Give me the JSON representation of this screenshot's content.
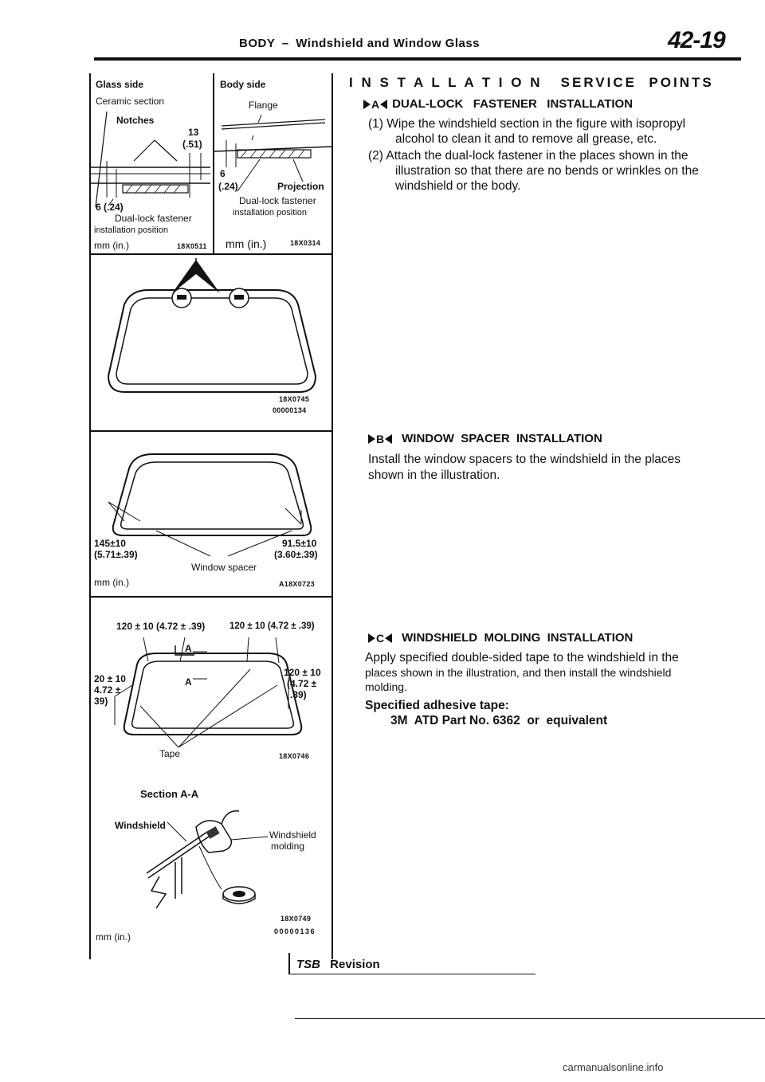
{
  "header": {
    "section": "BODY",
    "dash": "–",
    "title": "Windshield and Window Glass",
    "page_number": "42-19"
  },
  "figure_dual_lock_glass": {
    "heading": "Glass side",
    "ceramic": "Ceramic section",
    "notches": "Notches",
    "dim_13": "13",
    "dim_051": "(.51)",
    "dim_6_024": "6 (.24)",
    "fastener_line1": "Dual-lock  fastener",
    "fastener_line2": "installation  position",
    "unit": "mm (in.)",
    "code": "18X0511"
  },
  "figure_dual_lock_body": {
    "heading": "Body side",
    "flange": "Flange",
    "dim_6": "6",
    "dim_024": "(.24)",
    "projection": "Projection",
    "fastener_line1": "Dual-lock  fastener",
    "fastener_line2": "installation  position",
    "unit": "mm  (in.)",
    "code": "18X0314"
  },
  "figure_windshield_overview": {
    "code1": "18X0745",
    "code2": "00000134"
  },
  "figure_spacer": {
    "left_dim": "145±10",
    "left_dim_in": "(5.71±.39)",
    "right_dim": "91.5±10",
    "right_dim_in": "(3.60±.39)",
    "label": "Window spacer",
    "unit": "mm  (in.)",
    "code": "A18X0723"
  },
  "figure_tape": {
    "top_left": "120 ± 10 (4.72 ± .39)",
    "top_right": "120 ± 10 (4.72 ± .39)",
    "left_l1": "20 ± 10",
    "left_l2": "4.72 ±",
    "left_l3": "39)",
    "right_l1": "120 ± 10",
    "right_l2": "(4.72  ±",
    "right_l3": ".39)",
    "a_label": "A",
    "tape": "Tape",
    "code": "18X0746"
  },
  "figure_section": {
    "title": "Section  A-A",
    "windshield": "Windshield",
    "molding_l1": "Windshield",
    "molding_l2": "molding",
    "code1": "18X0749",
    "code2": "00000136",
    "unit": "mm  (in.)"
  },
  "content": {
    "title": "I N S T A L L A T I O N   SERVICE  POINTS",
    "a": {
      "key": "A",
      "heading": "DUAL-LOCK   FASTENER   INSTALLATION",
      "step1_l1": "(1) Wipe the windshield section in the figure with isopropyl",
      "step1_l2": "alcohol to clean it and to remove all grease, etc.",
      "step2_l1": "(2) Attach the dual-lock fastener in the places shown in the",
      "step2_l2": "illustration so that there are no bends or wrinkles on the",
      "step2_l3": "windshield or the body."
    },
    "b": {
      "key": "B",
      "heading": "WINDOW  SPACER  INSTALLATION",
      "body_l1": "Install the window spacers to the windshield in the places",
      "body_l2": "shown in the illustration."
    },
    "c": {
      "key": "C",
      "heading": "WINDSHIELD  MOLDING  INSTALLATION",
      "body_l1": "Apply specified double-sided tape to the windshield in the",
      "body_l2": "places shown in the illustration, and then install the windshield",
      "body_l3": "molding.",
      "spec_label": "Specified adhesive tape:",
      "spec_value": "3M  ATD Part No. 6362  or  equivalent"
    }
  },
  "footer": {
    "tsb": "TSB",
    "revision": "Revision"
  },
  "watermark": "carmanualsonline.info"
}
